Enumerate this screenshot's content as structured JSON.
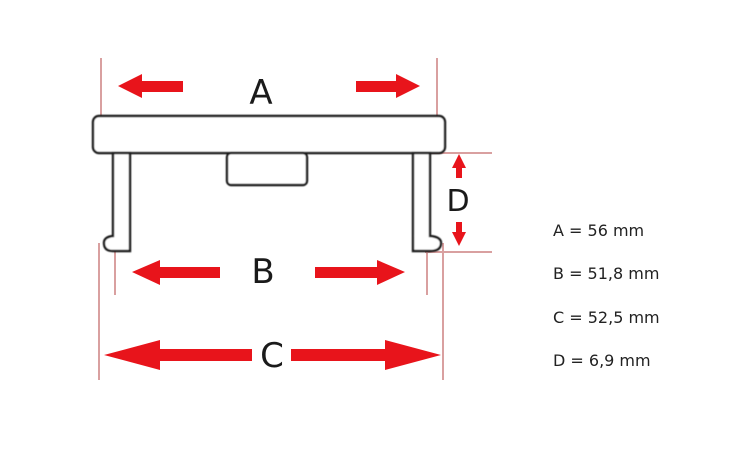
{
  "labels": {
    "a": "A",
    "b": "B",
    "c": "C",
    "d": "D"
  },
  "specs": [
    {
      "text": "A = 56 mm"
    },
    {
      "text": "B = 51,8 mm"
    },
    {
      "text": "C = 52,5 mm"
    },
    {
      "text": "D = 6,9 mm"
    }
  ],
  "colors": {
    "arrow": "#e8141b",
    "line": "#1a1a1a",
    "guide": "#d9a0a0"
  }
}
